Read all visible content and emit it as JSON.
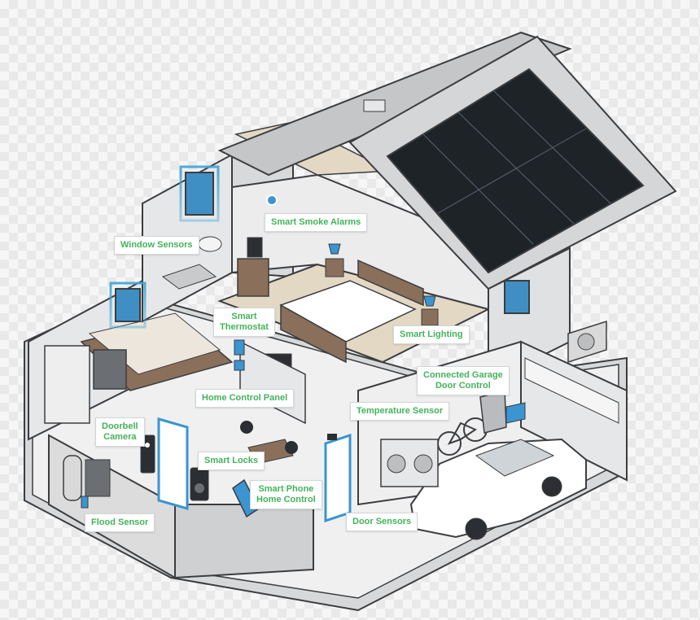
{
  "colors": {
    "accent_label": "#43b35a",
    "wall": "#e6e7e8",
    "wall_dark": "#bcbec0",
    "outline": "#3b3d40",
    "roof": "#bfc1c3",
    "solar": "#1e2328",
    "sensor_glow": "#3aa3d8",
    "floor": "#e8e0d0"
  },
  "icons": {
    "solar_panel": "solar-panel-icon",
    "smoke_alarm": "smoke-alarm-icon",
    "lamp": "lamp-icon",
    "car": "car-icon",
    "bicycle": "bicycle-icon"
  },
  "labels": {
    "window_sensors": "Window Sensors",
    "smart_smoke_alarms": "Smart Smoke Alarms",
    "smart_thermostat_line1": "Smart",
    "smart_thermostat_line2": "Thermostat",
    "smart_lighting": "Smart Lighting",
    "connected_garage_line1": "Connected Garage",
    "connected_garage_line2": "Door Control",
    "home_control_panel": "Home Control Panel",
    "temperature_sensor": "Temperature Sensor",
    "doorbell_camera_line1": "Doorbell",
    "doorbell_camera_line2": "Camera",
    "smart_locks": "Smart Locks",
    "smart_phone_line1": "Smart Phone",
    "smart_phone_line2": "Home Control",
    "flood_sensor": "Flood Sensor",
    "door_sensors": "Door Sensors"
  }
}
